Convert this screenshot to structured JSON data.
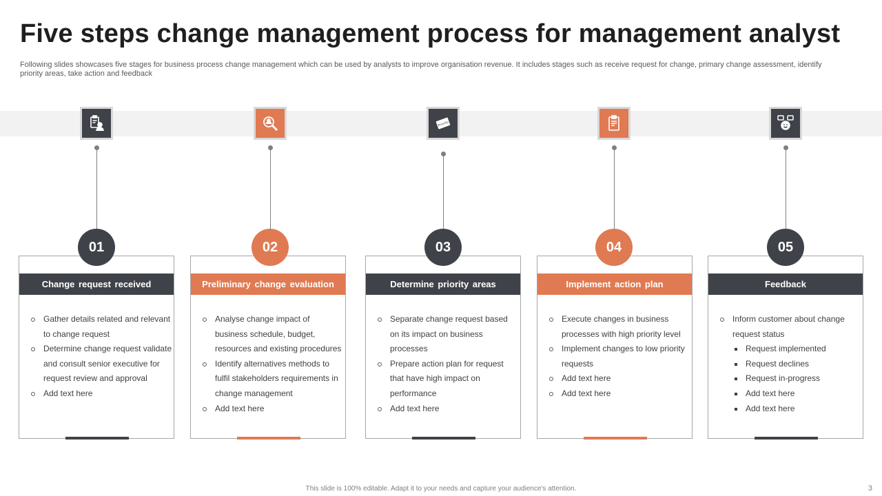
{
  "title": "Five steps change management process for management analyst",
  "subtitle": "Following slides showcases five stages for business process change management which can be used by analysts to improve organisation revenue. It includes stages such as receive request for change, primary change assessment, identify priority areas, take action and feedback",
  "colors": {
    "dark": "#3f4349",
    "orange": "#e07a52",
    "band": "#f2f2f2"
  },
  "steps": [
    {
      "number": "01",
      "heading": "Change request received",
      "icon": "clipboard-person-icon",
      "color": "dark",
      "items": [
        {
          "text": "Gather details related and relevant to change request",
          "style": "circle"
        },
        {
          "text": "Determine change request validate and consult senior executive for request review and approval",
          "style": "circle"
        },
        {
          "text": "Add text here",
          "style": "circle"
        }
      ]
    },
    {
      "number": "02",
      "heading": "Preliminary change evaluation",
      "icon": "magnifier-person-icon",
      "color": "orange",
      "items": [
        {
          "text": "Analyse change impact of business schedule, budget, resources and existing procedures",
          "style": "circle"
        },
        {
          "text": "Identify alternatives methods to fulfil stakeholders requirements in change management",
          "style": "circle"
        },
        {
          "text": "Add text here",
          "style": "circle"
        }
      ]
    },
    {
      "number": "03",
      "heading": "Determine priority areas",
      "icon": "priority-tag-icon",
      "color": "dark",
      "items": [
        {
          "text": "Separate change request based on its impact on business processes",
          "style": "circle"
        },
        {
          "text": "Prepare action plan for request that have high impact on performance",
          "style": "circle"
        },
        {
          "text": "Add text here",
          "style": "circle"
        }
      ]
    },
    {
      "number": "04",
      "heading": "Implement action plan",
      "icon": "clipboard-plan-icon",
      "color": "orange",
      "items": [
        {
          "text": "Execute changes in business processes with high priority level",
          "style": "circle"
        },
        {
          "text": "Implement changes to low priority requests",
          "style": "circle"
        },
        {
          "text": "Add text here",
          "style": "circle"
        },
        {
          "text": "Add text here",
          "style": "circle"
        }
      ]
    },
    {
      "number": "05",
      "heading": "Feedback",
      "icon": "feedback-chat-icon",
      "color": "dark",
      "items": [
        {
          "text": "Inform customer about change request status",
          "style": "circle"
        },
        {
          "text": "Request implemented",
          "style": "square"
        },
        {
          "text": "Request declines",
          "style": "square"
        },
        {
          "text": "Request in-progress",
          "style": "square"
        },
        {
          "text": "Add text here",
          "style": "square"
        },
        {
          "text": "Add text here",
          "style": "square"
        }
      ]
    }
  ],
  "footer": "This slide is 100% editable. Adapt it to your needs and capture your audience's attention.",
  "page_number": "3"
}
